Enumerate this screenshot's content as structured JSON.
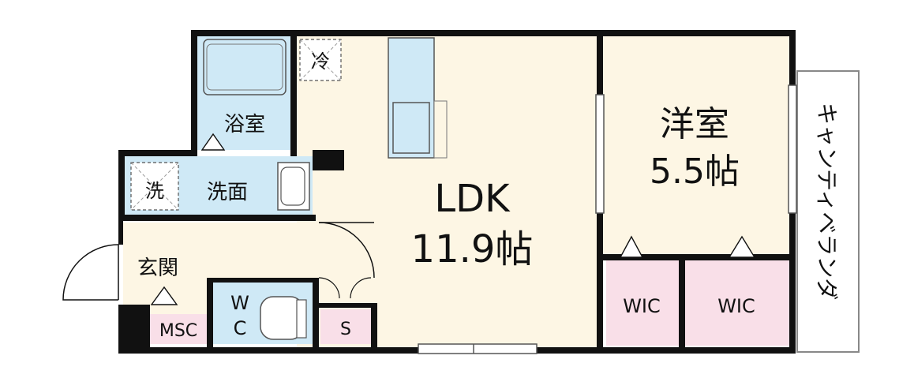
{
  "rooms": {
    "ldk_name": "LDK",
    "ldk_size": "11.9帖",
    "western_name": "洋室",
    "western_size": "5.5帖",
    "bath": "浴室",
    "washroom": "洗面",
    "washer": "洗",
    "fridge": "冷",
    "entrance": "玄関",
    "msc": "MSC",
    "wc_w": "W",
    "wc_c": "C",
    "storage": "S",
    "wic_left": "WIC",
    "wic_right": "WIC",
    "cantilever_veranda": "キャンティベランダ"
  },
  "colors": {
    "floor": "#fdf6e4",
    "wet": "#cfe9f6",
    "wic": "#f9dfe8",
    "wall": "#111111"
  }
}
